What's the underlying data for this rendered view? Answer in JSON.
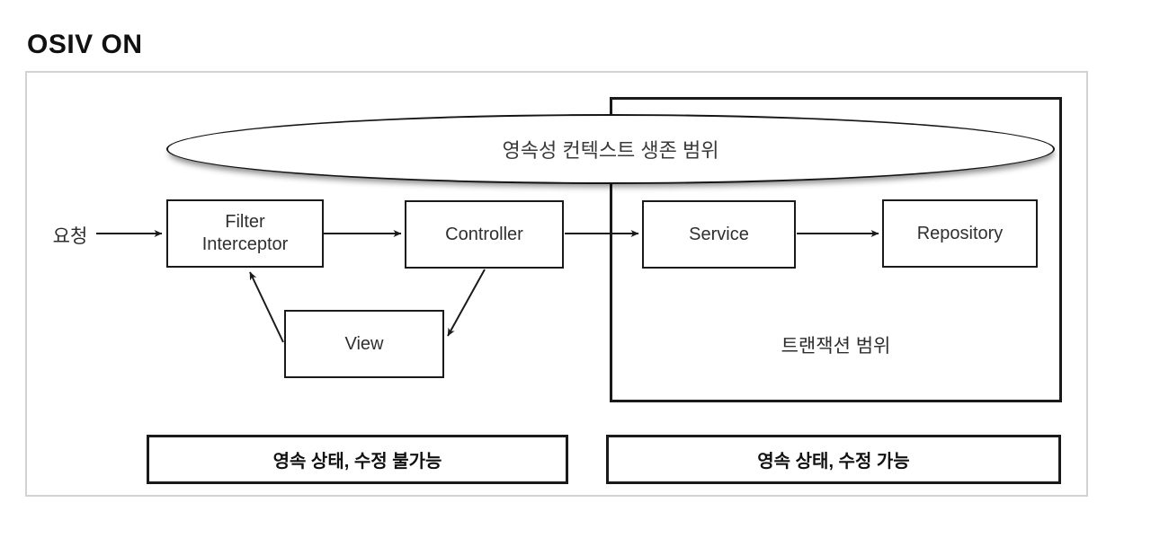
{
  "title": "OSIV ON",
  "colors": {
    "frame_border": "#d2d2d2",
    "line": "#1a1a1a",
    "text": "#2f2f2f"
  },
  "diagram": {
    "request_label": "요청",
    "persistence_context_label": "영속성 컨텍스트 생존 범위",
    "transaction_scope_label": "트랜잭션 범위",
    "nodes": {
      "filter_line1": "Filter",
      "filter_line2": "Interceptor",
      "controller": "Controller",
      "service": "Service",
      "repository": "Repository",
      "view": "View"
    },
    "bottom_labels": {
      "left": "영속 상태, 수정 불가능",
      "right": "영속 상태, 수정 가능"
    }
  }
}
